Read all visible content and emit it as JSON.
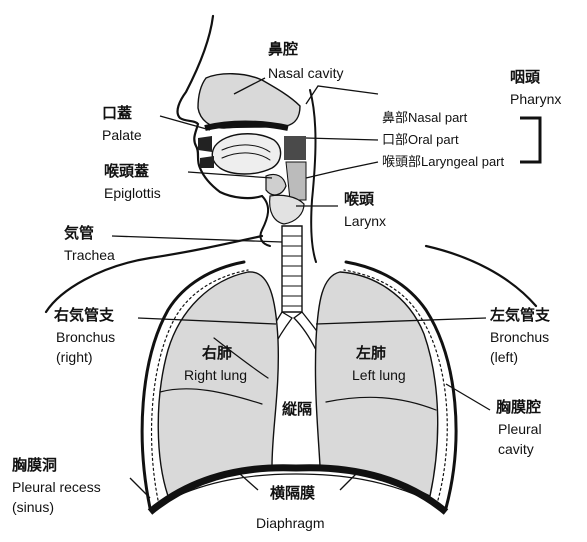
{
  "labels": {
    "nasal_cavity": {
      "jp": "鼻腔",
      "en": "Nasal cavity"
    },
    "palate": {
      "jp": "口蓋",
      "en": "Palate"
    },
    "epiglottis": {
      "jp": "喉頭蓋",
      "en": "Epiglottis"
    },
    "trachea": {
      "jp": "気管",
      "en": "Trachea"
    },
    "larynx": {
      "jp": "喉頭",
      "en": "Larynx"
    },
    "pharynx": {
      "jp": "咽頭",
      "en": "Pharynx"
    },
    "nasal_part": "鼻部Nasal part",
    "oral_part": "口部Oral part",
    "laryngeal_part": "喉頭部Laryngeal part",
    "bronchus_right": {
      "jp": "右気管支",
      "en1": "Bronchus",
      "en2": "(right)"
    },
    "bronchus_left": {
      "jp": "左気管支",
      "en1": "Bronchus",
      "en2": "(left)"
    },
    "right_lung": {
      "jp": "右肺",
      "en": "Right lung"
    },
    "left_lung": {
      "jp": "左肺",
      "en": "Left lung"
    },
    "mediastinum": {
      "jp": "縦隔"
    },
    "pleural_cavity": {
      "jp": "胸膜腔",
      "en1": "Pleural",
      "en2": "cavity"
    },
    "pleural_recess": {
      "jp": "胸膜洞",
      "en1": "Pleural recess",
      "en2": "(sinus)"
    },
    "diaphragm": {
      "jp": "横隔膜",
      "en": "Diaphragm"
    }
  }
}
